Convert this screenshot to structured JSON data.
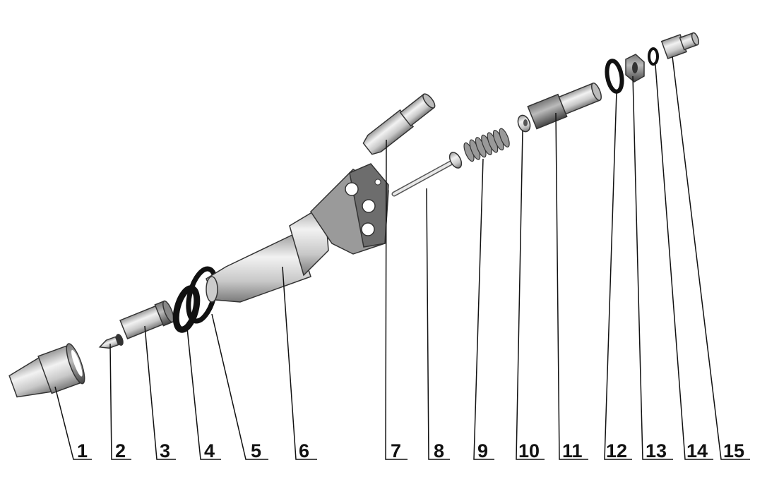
{
  "labels": [
    "1",
    "2",
    "3",
    "4",
    "5",
    "6",
    "7",
    "8",
    "9",
    "10",
    "11",
    "12",
    "13",
    "14",
    "15"
  ],
  "colors": {
    "part_light": "#d9d9d9",
    "part_mid": "#a8a8a8",
    "part_dark": "#555555",
    "ring": "#111111",
    "line": "#111111"
  }
}
